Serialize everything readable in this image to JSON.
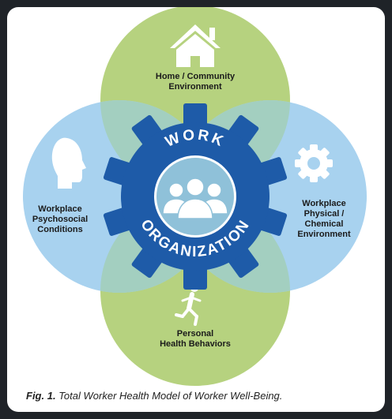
{
  "diagram": {
    "center": {
      "line1": "WORK",
      "line2": "ORGANIZATION"
    },
    "domains": [
      {
        "id": "home",
        "line1": "Home / Community",
        "line2": "Environment",
        "line3": "",
        "line4": ""
      },
      {
        "id": "psychosocial",
        "line1": "Workplace",
        "line2": "Psychosocial",
        "line3": "Conditions",
        "line4": ""
      },
      {
        "id": "physical",
        "line1": "Workplace",
        "line2": "Physical /",
        "line3": "Chemical",
        "line4": "Environment"
      },
      {
        "id": "personal",
        "line1": "Personal",
        "line2": "Health Behaviors",
        "line3": "",
        "line4": ""
      }
    ],
    "icons": [
      "house-icon",
      "head-profile-icon",
      "gear-icon",
      "runner-icon",
      "people-group-icon"
    ],
    "colors": {
      "green": "#b6d27f",
      "blue": "#a8d2ef",
      "gear": "#1e5ba8",
      "inner": "#8fc1d9",
      "overlap": "#a3cfc0"
    }
  },
  "caption": {
    "label": "Fig. 1.",
    "text": "Total Worker Health Model of Worker Well-Being."
  }
}
